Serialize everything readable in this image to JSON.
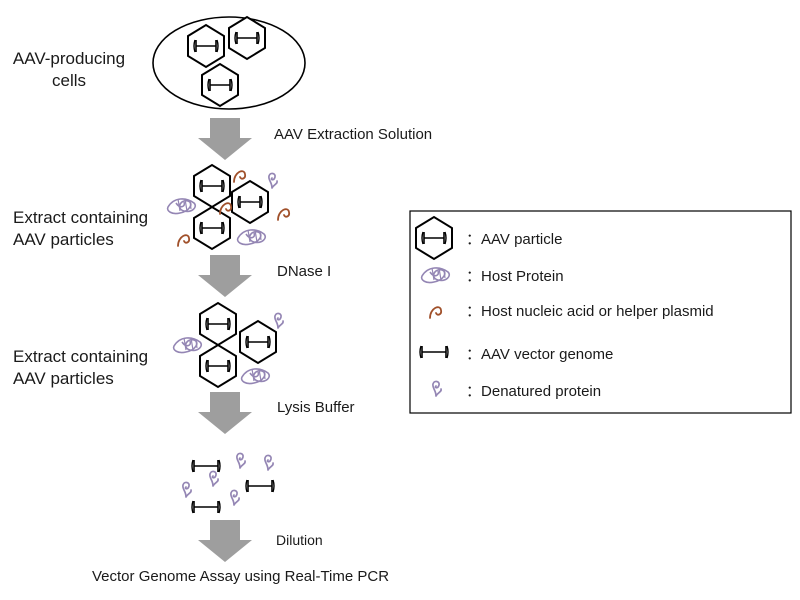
{
  "stages": {
    "cells": [
      "AAV-producing",
      "cells"
    ],
    "extract1": [
      "Extract containing",
      "AAV particles"
    ],
    "extract2": [
      "Extract containing",
      "AAV particles"
    ]
  },
  "steps": {
    "extraction": "AAV Extraction Solution",
    "dnase": "DNase I",
    "lysis": "Lysis Buffer",
    "dilution": "Dilution"
  },
  "final_step": "Vector Genome Assay using Real-Time PCR",
  "legend": {
    "separator": "：",
    "items": [
      {
        "icon": "aav-particle-icon",
        "label": "AAV particle"
      },
      {
        "icon": "host-protein-icon",
        "label": "Host Protein"
      },
      {
        "icon": "nucleic-acid-icon",
        "label": "Host nucleic acid or helper plasmid"
      },
      {
        "icon": "vector-genome-icon",
        "label": "AAV vector genome"
      },
      {
        "icon": "denatured-protein-icon",
        "label": "Denatured protein"
      }
    ]
  },
  "colors": {
    "arrow": "#9e9e9e",
    "protein": "#9486b4",
    "nucleic_acid": "#a0502a",
    "outline": "#000000"
  }
}
